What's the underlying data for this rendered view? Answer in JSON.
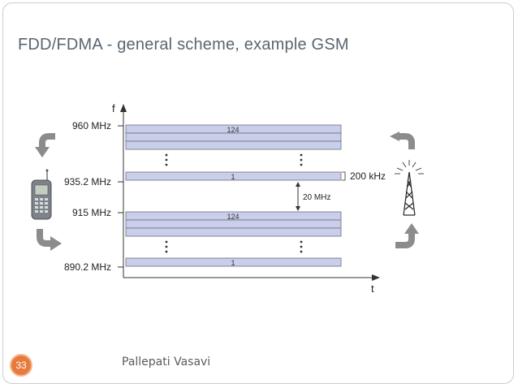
{
  "slide": {
    "title": "FDD/FDMA - general scheme, example GSM",
    "author": "Pallepati Vasavi",
    "page_number": "33"
  },
  "diagram": {
    "axis_f_label": "f",
    "axis_t_label": "t",
    "freq_labels": [
      "960 MHz",
      "935.2 MHz",
      "915 MHz",
      "890.2 MHz"
    ],
    "channel_labels": {
      "downlink_top": "124",
      "downlink_bottom": "1",
      "uplink_top": "124",
      "uplink_bottom": "1"
    },
    "spacing_label": "20 MHz",
    "bandwidth_label": "200 kHz",
    "colors": {
      "band_fill": "#c9cfe8",
      "band_stroke": "#6a6f8a",
      "arrow_gray": "#8c8c8c",
      "accent_orange": "#e87a3e"
    }
  }
}
